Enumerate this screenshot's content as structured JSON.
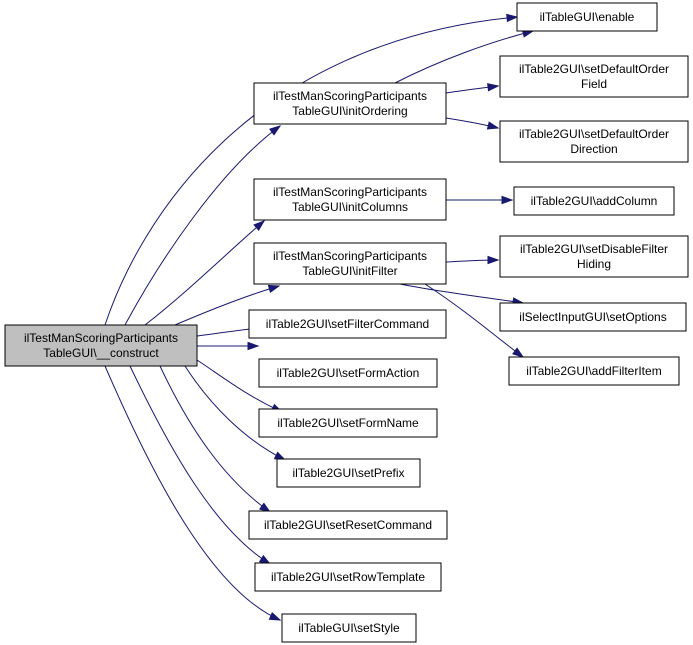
{
  "colors": {
    "edge": "#191970",
    "node_fill": "#ffffff",
    "root_fill": "#bfbfbf",
    "node_stroke": "#000000"
  },
  "nodes": [
    {
      "id": "construct",
      "lines": [
        "ilTestManScoringParticipants",
        "TableGUI\\__construct"
      ],
      "root": true
    },
    {
      "id": "enable",
      "lines": [
        "ilTableGUI\\enable"
      ]
    },
    {
      "id": "initOrdering",
      "lines": [
        "ilTestManScoringParticipants",
        "TableGUI\\initOrdering"
      ]
    },
    {
      "id": "setDefaultOrderField",
      "lines": [
        "ilTable2GUI\\setDefaultOrder",
        "Field"
      ]
    },
    {
      "id": "setDefaultOrderDirection",
      "lines": [
        "ilTable2GUI\\setDefaultOrder",
        "Direction"
      ]
    },
    {
      "id": "initColumns",
      "lines": [
        "ilTestManScoringParticipants",
        "TableGUI\\initColumns"
      ]
    },
    {
      "id": "addColumn",
      "lines": [
        "ilTable2GUI\\addColumn"
      ]
    },
    {
      "id": "initFilter",
      "lines": [
        "ilTestManScoringParticipants",
        "TableGUI\\initFilter"
      ]
    },
    {
      "id": "setDisableFilterHiding",
      "lines": [
        "ilTable2GUI\\setDisableFilter",
        "Hiding"
      ]
    },
    {
      "id": "setOptions",
      "lines": [
        "ilSelectInputGUI\\setOptions"
      ]
    },
    {
      "id": "addFilterItem",
      "lines": [
        "ilTable2GUI\\addFilterItem"
      ]
    },
    {
      "id": "setFilterCommand",
      "lines": [
        "ilTable2GUI\\setFilterCommand"
      ]
    },
    {
      "id": "setFormAction",
      "lines": [
        "ilTable2GUI\\setFormAction"
      ]
    },
    {
      "id": "setFormName",
      "lines": [
        "ilTable2GUI\\setFormName"
      ]
    },
    {
      "id": "setPrefix",
      "lines": [
        "ilTable2GUI\\setPrefix"
      ]
    },
    {
      "id": "setResetCommand",
      "lines": [
        "ilTable2GUI\\setResetCommand"
      ]
    },
    {
      "id": "setRowTemplate",
      "lines": [
        "ilTable2GUI\\setRowTemplate"
      ]
    },
    {
      "id": "setStyle",
      "lines": [
        "ilTableGUI\\setStyle"
      ]
    }
  ],
  "edges": [
    {
      "from": "construct",
      "to": "enable"
    },
    {
      "from": "construct",
      "to": "initOrdering"
    },
    {
      "from": "construct",
      "to": "initColumns"
    },
    {
      "from": "construct",
      "to": "initFilter"
    },
    {
      "from": "construct",
      "to": "setFilterCommand"
    },
    {
      "from": "construct",
      "to": "setFormAction"
    },
    {
      "from": "construct",
      "to": "setFormName"
    },
    {
      "from": "construct",
      "to": "setPrefix"
    },
    {
      "from": "construct",
      "to": "setResetCommand"
    },
    {
      "from": "construct",
      "to": "setRowTemplate"
    },
    {
      "from": "construct",
      "to": "setStyle"
    },
    {
      "from": "initOrdering",
      "to": "enable"
    },
    {
      "from": "initOrdering",
      "to": "setDefaultOrderField"
    },
    {
      "from": "initOrdering",
      "to": "setDefaultOrderDirection"
    },
    {
      "from": "initColumns",
      "to": "addColumn"
    },
    {
      "from": "initFilter",
      "to": "setDisableFilterHiding"
    },
    {
      "from": "initFilter",
      "to": "setOptions"
    },
    {
      "from": "initFilter",
      "to": "addFilterItem"
    }
  ]
}
